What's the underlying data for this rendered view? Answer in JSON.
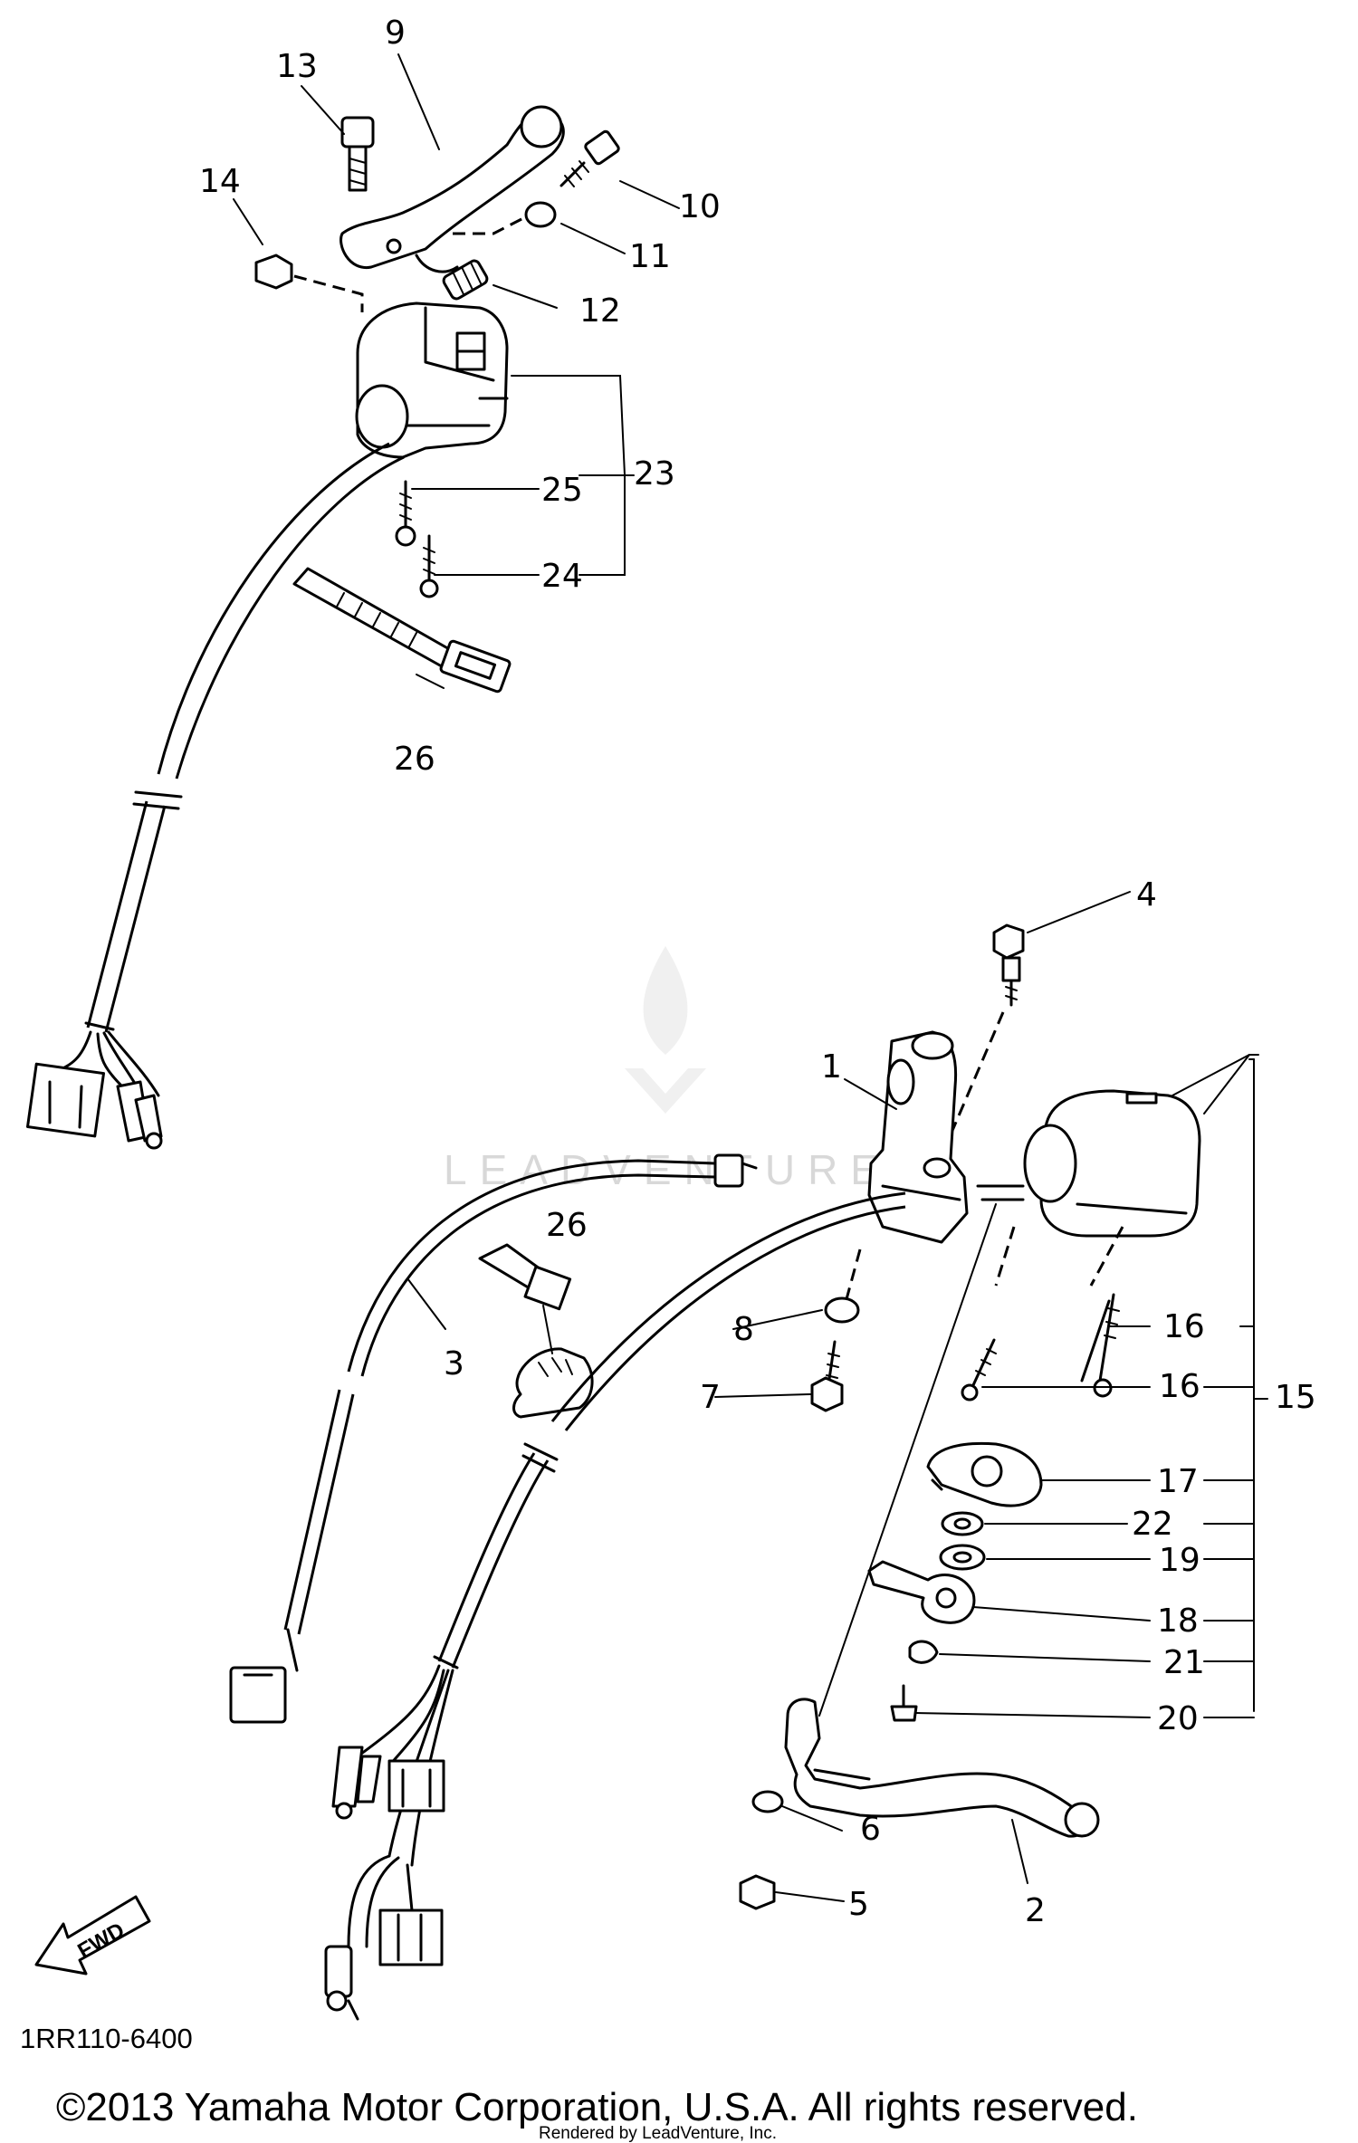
{
  "diagram": {
    "labels": [
      "1",
      "2",
      "3",
      "4",
      "5",
      "6",
      "7",
      "8",
      "9",
      "10",
      "11",
      "12",
      "13",
      "14",
      "15",
      "16",
      "16",
      "17",
      "18",
      "19",
      "20",
      "21",
      "22",
      "23",
      "24",
      "25",
      "26",
      "26"
    ],
    "diagram_code": "1RR110-6400",
    "fwd_label": "FWD",
    "copyright": "©2013 Yamaha Motor Corporation, U.S.A. All rights reserved.",
    "rendered_by": "Rendered by LeadVenture, Inc.",
    "watermark": "LEADVENTURE"
  }
}
